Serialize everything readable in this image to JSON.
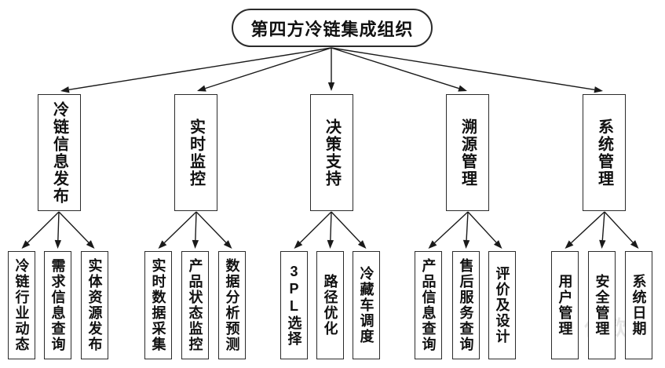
{
  "root": {
    "label": "第四方冷链集成组织"
  },
  "branches": [
    {
      "label": "冷链信息发布",
      "children": [
        "冷链行业动态",
        "需求信息查询",
        "实体资源发布"
      ]
    },
    {
      "label": "实时监控",
      "children": [
        "实时数据采集",
        "产品状态监控",
        "数据分析预测"
      ]
    },
    {
      "label": "决策支持",
      "children": [
        "3PL选择",
        "路径优化",
        "冷藏车调度"
      ]
    },
    {
      "label": "溯源管理",
      "children": [
        "产品信息查询",
        "售后服务查询",
        "评价及设计"
      ]
    },
    {
      "label": "系统管理",
      "children": [
        "用户管理",
        "安全管理",
        "系统日期"
      ]
    }
  ],
  "watermark": "亿欧",
  "colors": {
    "line": "#1a1a1a",
    "border": "#2b2b2b",
    "text": "#111111",
    "background": "#ffffff"
  }
}
